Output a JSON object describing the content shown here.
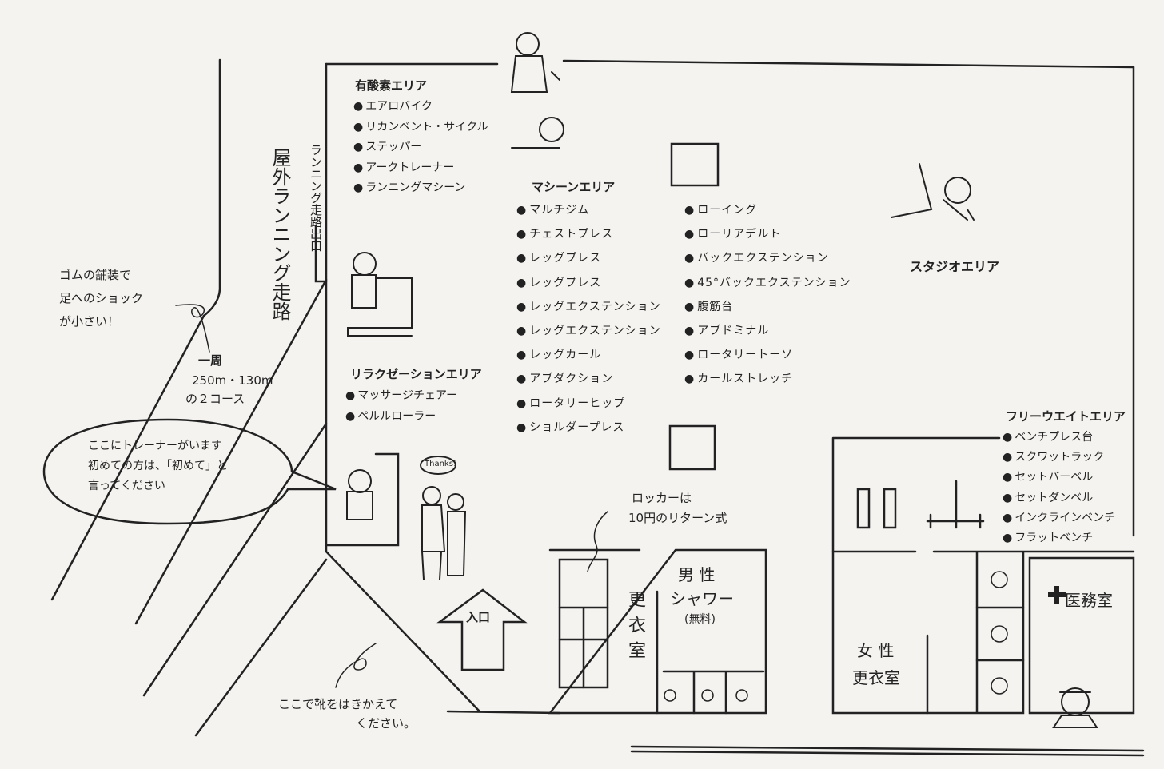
{
  "outdoor_track": {
    "title": "屋外ランニング走路",
    "exit_label": "ランニング走路出口",
    "surface_note": [
      "ゴムの舗装で",
      "足へのショック",
      "が小さい！"
    ],
    "lap_label": "一周",
    "lap_courses": [
      "250m・130m",
      "の２コース"
    ],
    "shoe_note": [
      "ここで靴をはきかえて",
      "ください。"
    ]
  },
  "trainer_bubble": [
    "ここにトレーナーがいます",
    "初めての方は、「初めて」と",
    "言ってください"
  ],
  "trainer_speech": "Thanks!",
  "cardio_area": {
    "title": "有酸素エリア",
    "items": [
      "エアロバイク",
      "リカンベント・サイクル",
      "ステッパー",
      "アークトレーナー",
      "ランニングマシーン"
    ]
  },
  "relaxation_area": {
    "title": "リラクゼーションエリア",
    "items": [
      "マッサージチェアー",
      "ペルルローラー"
    ]
  },
  "machine_area": {
    "title": "マシーンエリア",
    "left_items": [
      "マルチジム",
      "チェストプレス",
      "レッグプレス",
      "レッグプレス",
      "レッグエクステンション",
      "レッグエクステンション",
      "レッグカール",
      "アブダクション",
      "ロータリーヒップ",
      "ショルダープレス"
    ],
    "right_items": [
      "ローイング",
      "ローリアデルト",
      "バックエクステンション",
      "45°バックエクステンション",
      "腹筋台",
      "アブドミナル",
      "ロータリートーソ",
      "カールストレッチ"
    ]
  },
  "studio_area": {
    "title": "スタジオエリア"
  },
  "free_weight_area": {
    "title": "フリーウエイトエリア",
    "items": [
      "ベンチプレス台",
      "スクワットラック",
      "セットバーベル",
      "セットダンベル",
      "インクラインベンチ",
      "フラットベンチ"
    ]
  },
  "locker_note": [
    "ロッカーは",
    "10円のリターン式"
  ],
  "mens_room": {
    "locker_label": "更衣室",
    "shower_label": [
      "男 性",
      "シャワー",
      "(無料)"
    ]
  },
  "womens_room": {
    "label": [
      "女 性",
      "更衣室"
    ]
  },
  "medical_room": {
    "label": "医務室"
  },
  "entrance": {
    "label": "入口"
  },
  "colors": {
    "ink": "#222222",
    "paper": "#f4f3f0"
  }
}
